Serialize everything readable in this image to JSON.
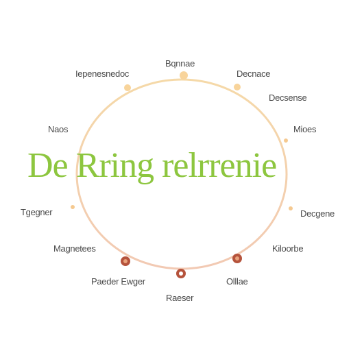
{
  "diagram": {
    "title": "De Rring relrrenie",
    "colors": {
      "ring_top": "#f5d9a8",
      "ring_bottom": "#f2c9b3",
      "title": "#8dc63f",
      "node_light": "#f7c98a",
      "node_dark": "#b5533c",
      "label": "#4a4a4a"
    },
    "labels": [
      "Bqnnae",
      "Iepenesnedoc",
      "Decnace",
      "Decsense",
      "Naos",
      "Mioes",
      "Tgegner",
      "Decgene",
      "Magnetees",
      "Kiloorbe",
      "Paeder Ewger",
      "Olllae",
      "Raeser"
    ],
    "nodes": [
      {
        "id": "top",
        "style": "light"
      },
      {
        "id": "top-left",
        "style": "light"
      },
      {
        "id": "top-right",
        "style": "light"
      },
      {
        "id": "right-upper",
        "style": "light"
      },
      {
        "id": "right-lower",
        "style": "light"
      },
      {
        "id": "left-lower",
        "style": "light"
      },
      {
        "id": "bottom-left",
        "style": "dark"
      },
      {
        "id": "bottom",
        "style": "dark"
      },
      {
        "id": "bottom-right",
        "style": "dark"
      }
    ]
  }
}
